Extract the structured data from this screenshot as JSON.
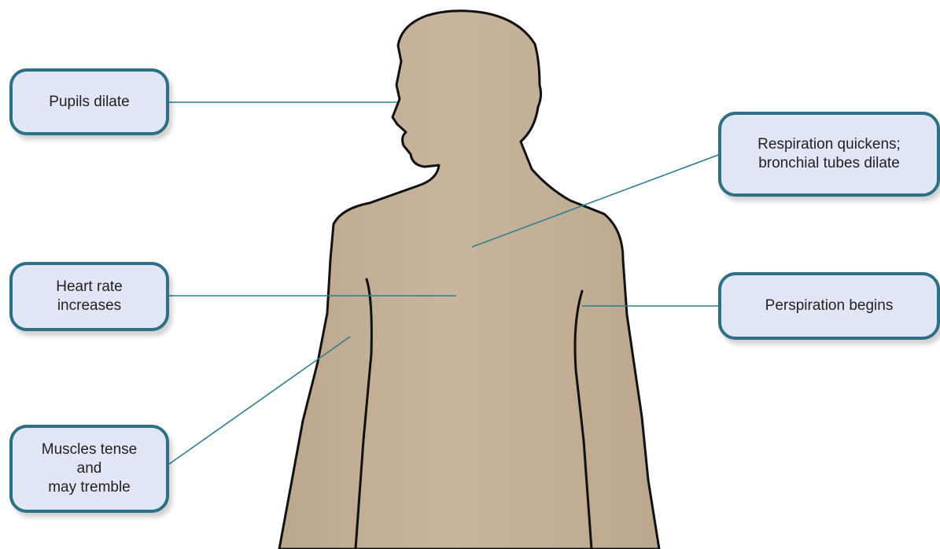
{
  "callouts": {
    "pupils": {
      "lines": [
        "Pupils dilate"
      ]
    },
    "heart": {
      "lines": [
        "Heart rate",
        "increases"
      ]
    },
    "muscles": {
      "lines": [
        "Muscles tense",
        "and",
        "may tremble"
      ]
    },
    "respiration": {
      "lines": [
        "Respiration quickens;",
        "bronchial tubes dilate"
      ]
    },
    "perspiration": {
      "lines": [
        "Perspiration begins"
      ]
    }
  },
  "colors": {
    "body_fill": "#c2ae96",
    "body_outline": "#111111",
    "callout_fill": "#e0e6f3",
    "callout_border": "#2c6f86",
    "leader_line": "#2c7e8e"
  }
}
